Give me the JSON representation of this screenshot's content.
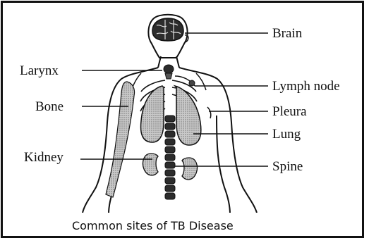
{
  "labels": {
    "brain": "Brain",
    "larynx": "Larynx",
    "lymph_node": "Lymph node",
    "bone": "Bone",
    "pleura": "Pleura",
    "lung": "Lung",
    "kidney": "Kidney",
    "spine": "Spine"
  },
  "caption": "Common sites of TB Disease",
  "colors": {
    "outline": "#111111",
    "organ_fill": "#b8b8b8",
    "background": "#ffffff"
  }
}
